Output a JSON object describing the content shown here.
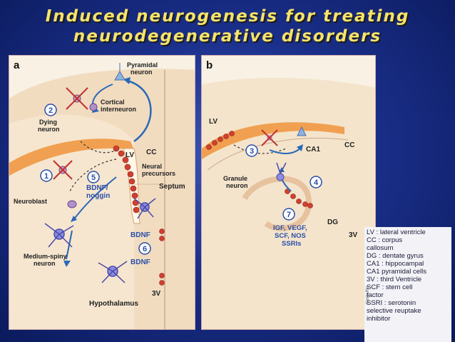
{
  "title": {
    "line1": "Induced neurogenesis for treating",
    "line2": "neurodegenerative disorders"
  },
  "panel_a": {
    "letter": "a",
    "labels": {
      "pyramidal": "Pyramidal",
      "pyramidal2": "neuron",
      "cortical": "Cortical",
      "cortical2": "interneuron",
      "dying": "Dying",
      "dying2": "neuron",
      "lv": "LV",
      "cc": "CC",
      "neural": "Neural",
      "neural2": "precursors",
      "bdnf_noggin": "BDNF/",
      "bdnf_noggin2": "noggin",
      "neuroblast": "Neuroblast",
      "septum": "Septum",
      "medium_spiny": "Medium-spiny",
      "medium_spiny2": "neuron",
      "bdnf_a": "BDNF",
      "bdnf_b": "BDNF",
      "v3": "3V",
      "hypothalamus": "Hypothalamus"
    },
    "steps": [
      "1",
      "2",
      "5",
      "6"
    ]
  },
  "panel_b": {
    "letter": "b",
    "labels": {
      "lv": "LV",
      "ca1": "CA1",
      "cc": "CC",
      "granule": "Granule",
      "granule2": "neuron",
      "dg": "DG",
      "v3": "3V",
      "factors1": "IGF, VEGF,",
      "factors2": "SCF, NOS",
      "factors3": "SSRIs"
    },
    "steps": [
      "3",
      "4",
      "7"
    ]
  },
  "legend": [
    "LV  :  lateral ventricle",
    "CC  :  corpus",
    "callosum",
    "DG  :  dentate gyrus",
    "CA1  :  hippocampal",
    "CA1 pyramidal cells",
    "3V  :  third Ventricle",
    "SCF  :  stem cell",
    "factor",
    "SSRI  :  serotonin",
    "selective reuptake",
    "inhibitor"
  ],
  "credit": "Kevin Rio",
  "colors": {
    "title": "#f6e36a",
    "panel_bg": "#f8f1e4",
    "orange_band": "#f0a050",
    "step_circle": "#2a4fa8",
    "precursor_red": "#d04030",
    "arrow_blue": "#2a68b8"
  }
}
